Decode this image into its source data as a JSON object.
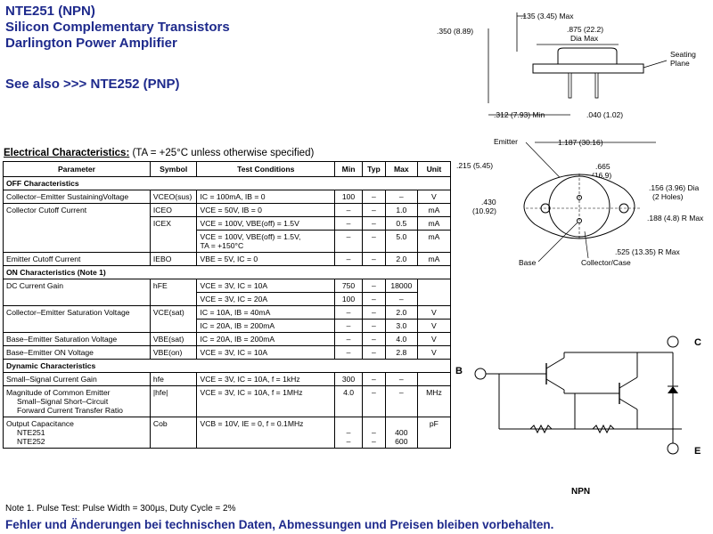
{
  "header": {
    "line1": "NTE251 (NPN)",
    "line2": "Silicon Complementary Transistors",
    "line3": "Darlington Power Amplifier",
    "see_also": "See also >>> NTE252 (PNP)"
  },
  "side_drawing": {
    "dims": {
      "max_height": ".135 (3.45) Max",
      "height": ".350 (8.89)",
      "dia": ".875 (22.2)",
      "dia_max": "Dia Max",
      "seating": "Seating",
      "plane": "Plane",
      "lead_min": ".312 (7.93) Min",
      "lead_dia": ".040 (1.02)"
    }
  },
  "top_drawing": {
    "labels": {
      "emitter": "Emitter",
      "width": "1.187 (30.16)",
      "dim_215": ".215 (5.45)",
      "dim_665": ".665",
      "dim_169": "(16.9)",
      "hole_dia": ".156 (3.96) Dia",
      "holes": "(2 Holes)",
      "dim_430": ".430",
      "dim_1092": "(10.92)",
      "r188": ".188 (4.8) R Max",
      "r525": ".525 (13.35) R Max",
      "base": "Base",
      "collector": "Collector/Case"
    }
  },
  "schematic": {
    "b": "B",
    "c": "C",
    "e": "E",
    "title": "NPN"
  },
  "electrical": {
    "title_u": "Electrical Characteristics:",
    "title_rest": " (TA = +25°C unless otherwise specified)",
    "headers": [
      "Parameter",
      "Symbol",
      "Test Conditions",
      "Min",
      "Typ",
      "Max",
      "Unit"
    ],
    "off_section": "OFF Characteristics",
    "ceo_sus": {
      "param": "Collector–Emitter SustainingVoltage",
      "sym": "VCEO(sus)",
      "cond": "IC = 100mA, IB = 0",
      "min": "100",
      "typ": "–",
      "max": "–",
      "unit": "V"
    },
    "cutoff_param": "Collector Cutoff Current",
    "iceo": {
      "sym": "ICEO",
      "cond": "VCE = 50V, IB = 0",
      "min": "–",
      "typ": "–",
      "max": "1.0",
      "unit": "mA"
    },
    "icex1": {
      "sym": "ICEX",
      "cond": "VCE = 100V, VBE(off) = 1.5V",
      "min": "–",
      "typ": "–",
      "max": "0.5",
      "unit": "mA"
    },
    "icex2": {
      "cond1": "VCE = 100V, VBE(off) = 1.5V,",
      "cond2": "TA = +150°C",
      "min": "–",
      "typ": "–",
      "max": "5.0",
      "unit": "mA"
    },
    "iebo": {
      "param": "Emitter Cutoff Current",
      "sym": "IEBO",
      "cond": "VBE = 5V, IC = 0",
      "min": "–",
      "typ": "–",
      "max": "2.0",
      "unit": "mA"
    },
    "on_section": "ON Characteristics (Note 1)",
    "hfe_param": "DC Current Gain",
    "hfe1": {
      "sym": "hFE",
      "cond": "VCE = 3V, IC = 10A",
      "min": "750",
      "typ": "–",
      "max": "18000",
      "unit": ""
    },
    "hfe2": {
      "cond": "VCE = 3V, IC = 20A",
      "min": "100",
      "typ": "–",
      "max": "–",
      "unit": ""
    },
    "vcesat_param": "Collector–Emitter Saturation Voltage",
    "vcesat1": {
      "sym": "VCE(sat)",
      "cond": "IC = 10A, IB = 40mA",
      "min": "–",
      "typ": "–",
      "max": "2.0",
      "unit": "V"
    },
    "vcesat2": {
      "cond": "IC = 20A, IB = 200mA",
      "min": "–",
      "typ": "–",
      "max": "3.0",
      "unit": "V"
    },
    "vbesat": {
      "param": "Base–Emitter Saturation Voltage",
      "sym": "VBE(sat)",
      "cond": "IC = 20A, IB = 200mA",
      "min": "–",
      "typ": "–",
      "max": "4.0",
      "unit": "V"
    },
    "vbeon": {
      "param": "Base–Emitter ON Voltage",
      "sym": "VBE(on)",
      "cond": "VCE = 3V, IC = 10A",
      "min": "–",
      "typ": "–",
      "max": "2.8",
      "unit": "V"
    },
    "dyn_section": "Dynamic Characteristics",
    "hfe_small": {
      "param": "Small–Signal Current Gain",
      "sym": "hfe",
      "cond": "VCE = 3V, IC = 10A, f = 1kHz",
      "min": "300",
      "typ": "–",
      "max": "–",
      "unit": ""
    },
    "hfe_mag": {
      "param1": "Magnitude of Common Emitter",
      "param2": "Small–Signal Short–Circuit",
      "param3": "Forward Current Transfer Ratio",
      "sym": "|hfe|",
      "cond": "VCE = 3V, IC = 10A, f = 1MHz",
      "min": "4.0",
      "typ": "–",
      "max": "–",
      "unit": "MHz"
    },
    "cob": {
      "param": "Output Capacitance",
      "p251": "NTE251",
      "p252": "NTE252",
      "sym": "Cob",
      "cond": "VCB = 10V, IE = 0, f = 0.1MHz",
      "min1": "–",
      "min2": "–",
      "typ1": "–",
      "typ2": "–",
      "max1": "400",
      "max2": "600",
      "unit": "pF"
    }
  },
  "note": "Note  1. Pulse Test:  Pulse Width = 300µs, Duty Cycle = 2%",
  "footer": "Fehler und Änderungen bei technischen Daten, Abmessungen und Preisen bleiben vorbehalten."
}
